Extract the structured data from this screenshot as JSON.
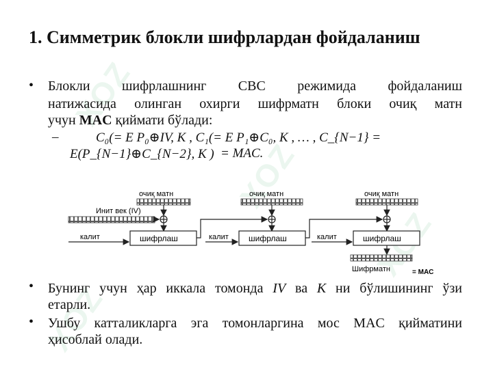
{
  "title": "1. Симметрик блокли шифрлардан фойдаланиш",
  "bullets": {
    "b1_l1": "Блокли шифрлашнинг СВС режимида фойдаланиш",
    "b1_l2": "натижасида олинган охирги шифрматн блоки очиқ матн",
    "b1_l3a": "учун ",
    "b1_l3b": "MAC",
    "b1_l3c": " қиймати бўлади:",
    "b2_l1a": "Бунинг учун ҳар иккала томонда ",
    "b2_iv": "IV",
    "b2_l1b": " ва ",
    "b2_k": "K",
    "b2_l1c": " ни бўлишининг ўзи",
    "b2_l2": "етарли.",
    "b3_l1": "Ушбу катталикларга эга томонларгина мос MAC қийматини",
    "b3_l2": "ҳисоблай олади."
  },
  "formula": {
    "dash": "–",
    "line1": "C₀(= E P₀⊕IV, K , C₁(= E P₁⊕C₀, K , … , C_{N−1} =",
    "line2a": "E(P_{N−1}⊕C_{N−2}, K )",
    "line2b": "= MAC."
  },
  "diagram": {
    "plaintext_label": "очиқ матн",
    "iv_label": "Инит век (IV)",
    "key_label": "калит",
    "encrypt_label": "шифрлаш",
    "ciphertext_label": "Шифрматн",
    "mac_label": "= MAC"
  },
  "watermark": "XOZ"
}
